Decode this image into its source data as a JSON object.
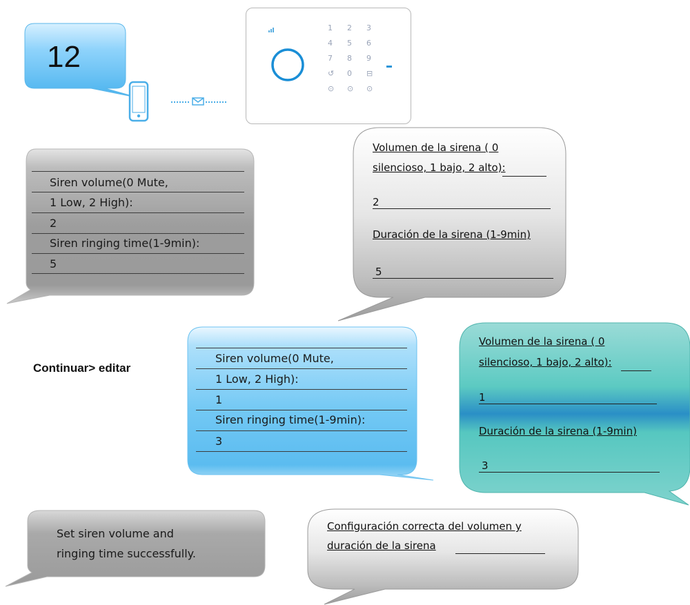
{
  "step_badge": "12",
  "panel": {
    "keypad_rows": [
      [
        "1",
        "2",
        "3"
      ],
      [
        "4",
        "5",
        "6"
      ],
      [
        "7",
        "8",
        "9"
      ],
      [
        "↺",
        "0",
        "⊟"
      ],
      [
        "⊙",
        "⊙",
        "⊙"
      ]
    ]
  },
  "colors": {
    "blue_bubble": "#7ecbf5",
    "teal_bubble": "#5cc6c0",
    "gray_bubble": "#9a9a9a",
    "ring": "#1a8ed6"
  },
  "icons": {
    "phone": "phone-icon",
    "mail": "envelope-icon",
    "panel": "alarm-keypad-icon"
  },
  "bubble1": {
    "lines": [
      "Siren volume(0 Mute,",
      "1 Low, 2 High):",
      "2",
      "Siren ringing time(1-9min):",
      "5"
    ]
  },
  "bubble2": {
    "lines": [
      "Volumen de la sirena ( 0",
      "silencioso, 1 bajo, 2 alto):",
      "2",
      "Duración de la sirena (1-9min)",
      "5"
    ]
  },
  "continue_label": "Continuar> editar",
  "bubble3": {
    "lines": [
      "Siren volume(0 Mute,",
      "1 Low, 2 High):",
      "1",
      "Siren ringing time(1-9min):",
      "3"
    ]
  },
  "bubble4": {
    "lines": [
      "Volumen de la sirena ( 0",
      "silencioso, 1 bajo, 2 alto):",
      "1",
      "Duración de la sirena (1-9min)",
      "3"
    ]
  },
  "bubble5": {
    "lines": [
      "Set siren volume and",
      "ringing time successfully."
    ]
  },
  "bubble6": {
    "lines": [
      "Configuración correcta del volumen y",
      "duración de la sirena"
    ]
  }
}
